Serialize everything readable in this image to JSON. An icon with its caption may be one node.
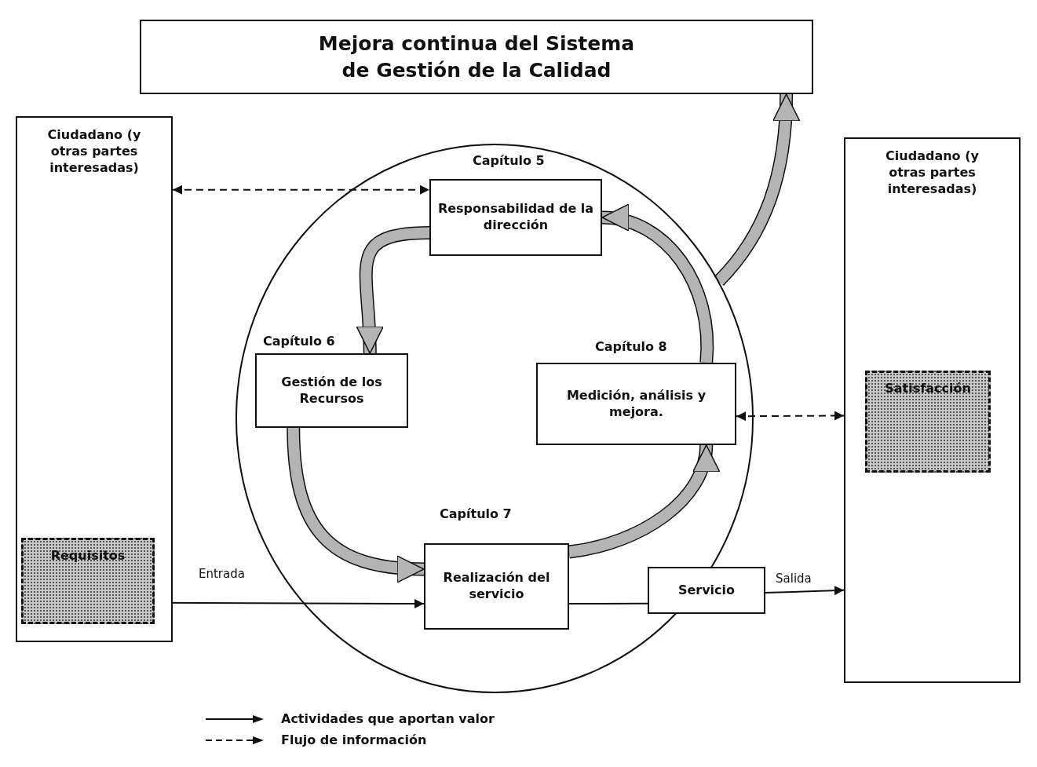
{
  "diagram": {
    "nodes": [
      {
        "text": [
          "Mejora continua del Sistema de Gestión de la Calidad"
        ]
      },
      {
        "text": [
          "Ciudadano (y otras partes interesadas)"
        ]
      },
      {
        "text": [
          "Requisitos"
        ],
        "in": 1
      },
      {
        "text": [],
        "shape": "circle"
      },
      {
        "text": [
          "Capítulo 5",
          "Responsabilidad de la dirección"
        ],
        "in": 3
      },
      {
        "text": [
          "Capítulo 6",
          "Gestión de los Recursos"
        ],
        "in": 3
      },
      {
        "text": [
          "Capítulo 8",
          "Medición, análisis y mejora."
        ],
        "in": 3
      },
      {
        "text": [
          "Capítulo 7",
          "Realización del servicio"
        ],
        "in": 3
      },
      {
        "text": [
          "Servicio"
        ]
      },
      {
        "text": [
          "Ciudadano (y otras partes interesadas)"
        ]
      },
      {
        "text": [
          "Satisfacción"
        ],
        "in": 9
      }
    ],
    "edges": [
      {
        "from": 4,
        "to": 5,
        "arrow": "to",
        "style": "thick"
      },
      {
        "from": 5,
        "to": 7,
        "arrow": "to",
        "style": "thick"
      },
      {
        "from": 7,
        "to": 6,
        "arrow": "to",
        "style": "thick"
      },
      {
        "from": 6,
        "to": 4,
        "arrow": "to",
        "style": "thick"
      },
      {
        "from": 3,
        "to": 0,
        "arrow": "to",
        "style": "thick"
      },
      {
        "from": 1,
        "to": 4,
        "arrow": "both",
        "style": "dashed"
      },
      {
        "from": 6,
        "to": 9,
        "arrow": "both",
        "style": "dashed"
      },
      {
        "from": 2,
        "to": 7,
        "label": "Entrada",
        "arrow": "to"
      },
      {
        "from": 7,
        "to": 8,
        "arrow": "none"
      },
      {
        "from": 8,
        "to": 9,
        "label": "Salida",
        "arrow": "to"
      }
    ],
    "legend": [
      {
        "text": "Actividades que aportan valor"
      },
      {
        "text": "Flujo de información"
      }
    ]
  }
}
